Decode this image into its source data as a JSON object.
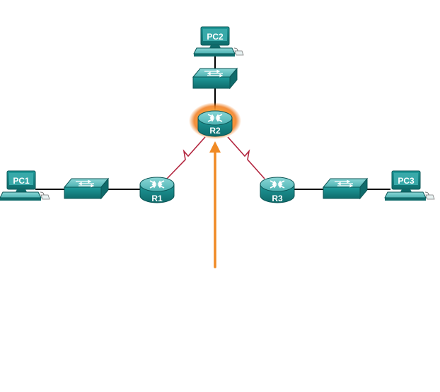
{
  "devices": {
    "pc1": {
      "label": "PC1"
    },
    "pc2": {
      "label": "PC2"
    },
    "pc3": {
      "label": "PC3"
    },
    "r1": {
      "label": "R1"
    },
    "r2": {
      "label": "R2"
    },
    "r3": {
      "label": "R3"
    }
  },
  "colors": {
    "device_teal": "#1e8f8f",
    "device_top": "#6cc7c7",
    "serial_link": "#b3263f",
    "ethernet_link": "#000000",
    "highlight": "#f08a24"
  },
  "icons": {
    "pc": "pc-icon",
    "switch": "switch-icon",
    "router": "router-icon",
    "serial": "serial-link-icon"
  }
}
